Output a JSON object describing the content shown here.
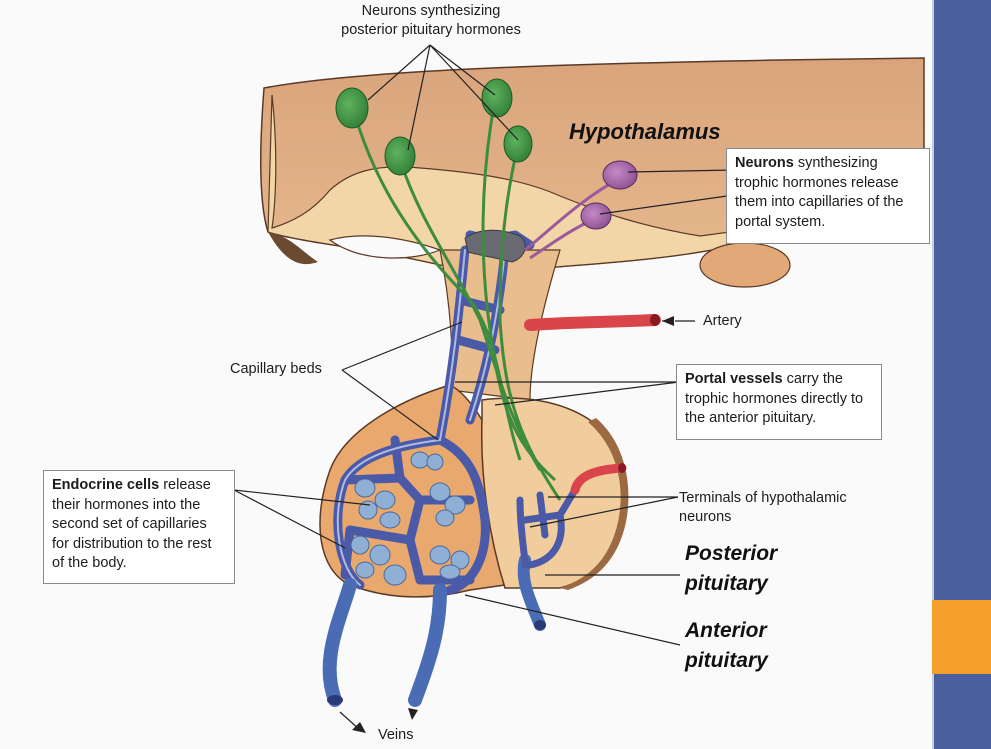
{
  "labels": {
    "posterior_neurons": [
      "Neurons synthesizing",
      "posterior pituitary hormones"
    ],
    "hypothalamus": "Hypothalamus",
    "trophic_neurons": {
      "bold": "Neurons",
      "rest": " synthesizing trophic hormones release them into capillaries of the portal system."
    },
    "artery": "Artery",
    "capillary_beds": "Capillary beds",
    "portal_vessels": {
      "bold": "Portal vessels",
      "rest": " carry the trophic hormones directly to the anterior pituitary."
    },
    "endocrine_cells": {
      "bold": "Endocrine cells",
      "rest": " release their hormones into the second set of capillaries for distribution to the rest of the body."
    },
    "terminals": [
      "Terminals of hypothalamic",
      "neurons"
    ],
    "posterior_pituitary": [
      "Posterior",
      "pituitary"
    ],
    "anterior_pituitary": [
      "Anterior",
      "pituitary"
    ],
    "veins": "Veins"
  },
  "colors": {
    "sidebar": "#4a5f9e",
    "sidebar_accent": "#f5a02a",
    "tissue": "#e8b888",
    "tissue_light": "#f4dcb4",
    "neuron_green": "#3e8c3e",
    "neuron_purple": "#9a5a9e",
    "vein_blue": "#4a5aa8",
    "artery_red": "#d9454a",
    "cell_blue": "#8fb0d4"
  }
}
